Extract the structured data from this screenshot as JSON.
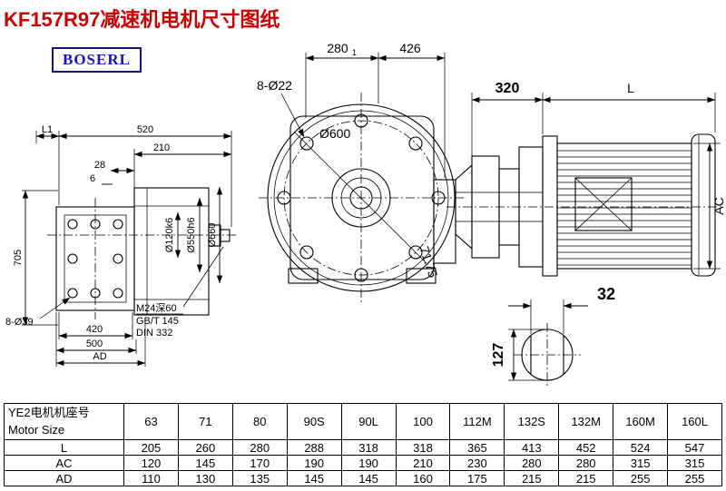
{
  "title": "KF157R97减速机电机尺寸图纸",
  "logo": "BOSERL",
  "colors": {
    "title_red": "#cc0000",
    "logo_blue": "#1515c3",
    "line": "#000000"
  },
  "left_view": {
    "L1": "L1",
    "d520": "520",
    "d210": "210",
    "d28": "28",
    "d6": "6",
    "d705": "705",
    "holes": "8-Ø39",
    "d420": "420",
    "d500": "500",
    "AD": "AD",
    "shaft_dia": "Ø120k6",
    "spigot_dia": "Ø550h6",
    "flange_dia": "Ø660",
    "note_tap": "M24深60",
    "note_std1": "GB/T 145",
    "note_std2": "DIN 332"
  },
  "front_view": {
    "d280": "280",
    "d280_tol": "1",
    "d426": "426",
    "holes": "8-Ø22",
    "dia": "Ø600",
    "angle": "71.75"
  },
  "motor_view": {
    "d320": "320",
    "L": "L",
    "AC": "AC"
  },
  "shaft_view": {
    "d32": "32",
    "d127": "127"
  },
  "table": {
    "header_line1": "YE2电机机座号",
    "header_line2": "Motor Size",
    "columns": [
      "63",
      "71",
      "80",
      "90S",
      "90L",
      "100",
      "112M",
      "132S",
      "132M",
      "160M",
      "160L"
    ],
    "rows": [
      {
        "label": "L",
        "values": [
          "205",
          "260",
          "280",
          "288",
          "318",
          "318",
          "365",
          "413",
          "452",
          "524",
          "547"
        ]
      },
      {
        "label": "AC",
        "values": [
          "120",
          "145",
          "170",
          "190",
          "190",
          "210",
          "230",
          "280",
          "280",
          "315",
          "315"
        ]
      },
      {
        "label": "AD",
        "values": [
          "110",
          "130",
          "135",
          "145",
          "145",
          "160",
          "175",
          "215",
          "215",
          "255",
          "255"
        ]
      }
    ]
  }
}
